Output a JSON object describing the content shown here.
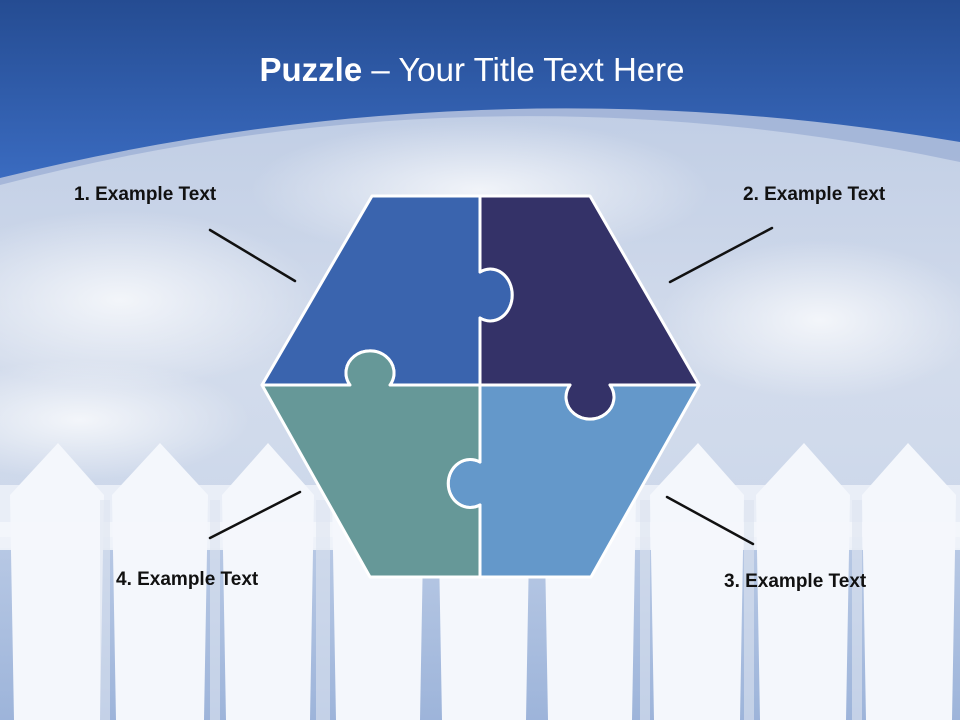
{
  "slide": {
    "title_bold": "Puzzle",
    "title_rest": "– Your Title Text Here"
  },
  "puzzle": {
    "pieces": [
      {
        "label": "1. Example Text",
        "color": "#3A64AE"
      },
      {
        "label": "2. Example Text",
        "color": "#343268"
      },
      {
        "label": "3. Example Text",
        "color": "#6498CA"
      },
      {
        "label": "4. Example Text",
        "color": "#669898"
      }
    ]
  },
  "colors": {
    "header_blue": "#2F5FB0",
    "sky": "#C6D2E6",
    "fence": "#F4F7FC",
    "outline": "#FFFFFF",
    "leader_line": "#111111"
  }
}
